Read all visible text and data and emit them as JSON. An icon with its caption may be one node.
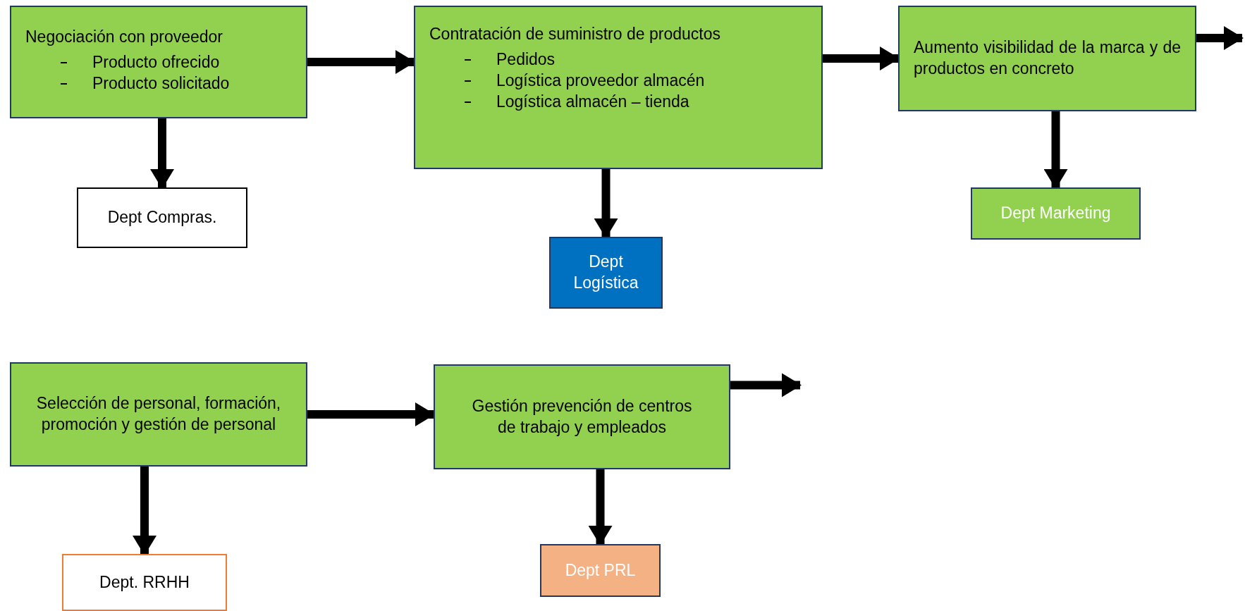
{
  "diagram": {
    "nodes": [
      {
        "text": [
          "Negociación con proveedor",
          "Producto ofrecido",
          "Producto solicitado"
        ]
      },
      {
        "text": [
          "Dept Compras."
        ]
      },
      {
        "text": [
          "Contratación de suministro de productos",
          "Pedidos",
          "Logística proveedor almacén",
          "Logística almacén – tienda"
        ]
      },
      {
        "text": [
          "Dept Logística"
        ]
      },
      {
        "text": [
          "Aumento visibilidad de la marca y de productos en concreto"
        ]
      },
      {
        "text": [
          "Dept Marketing"
        ]
      },
      {
        "text": [
          "Selección de personal, formación, promoción y gestión de personal"
        ]
      },
      {
        "text": [
          "Dept. RRHH"
        ]
      },
      {
        "text": [
          "Gestión prevención de centros de trabajo y empleados"
        ]
      },
      {
        "text": [
          "Dept PRL"
        ]
      }
    ],
    "edges": [
      {
        "from": 0,
        "to": 2,
        "arrow": "to"
      },
      {
        "from": 2,
        "to": 4,
        "arrow": "to"
      },
      {
        "from": 4,
        "to": null,
        "arrow": "to"
      },
      {
        "from": 0,
        "to": 1,
        "arrow": "to"
      },
      {
        "from": 2,
        "to": 3,
        "arrow": "to"
      },
      {
        "from": 4,
        "to": 5,
        "arrow": "to"
      },
      {
        "from": 6,
        "to": 8,
        "arrow": "to"
      },
      {
        "from": 8,
        "to": null,
        "arrow": "to"
      },
      {
        "from": 6,
        "to": 7,
        "arrow": "to"
      },
      {
        "from": 8,
        "to": 9,
        "arrow": "to"
      }
    ]
  }
}
